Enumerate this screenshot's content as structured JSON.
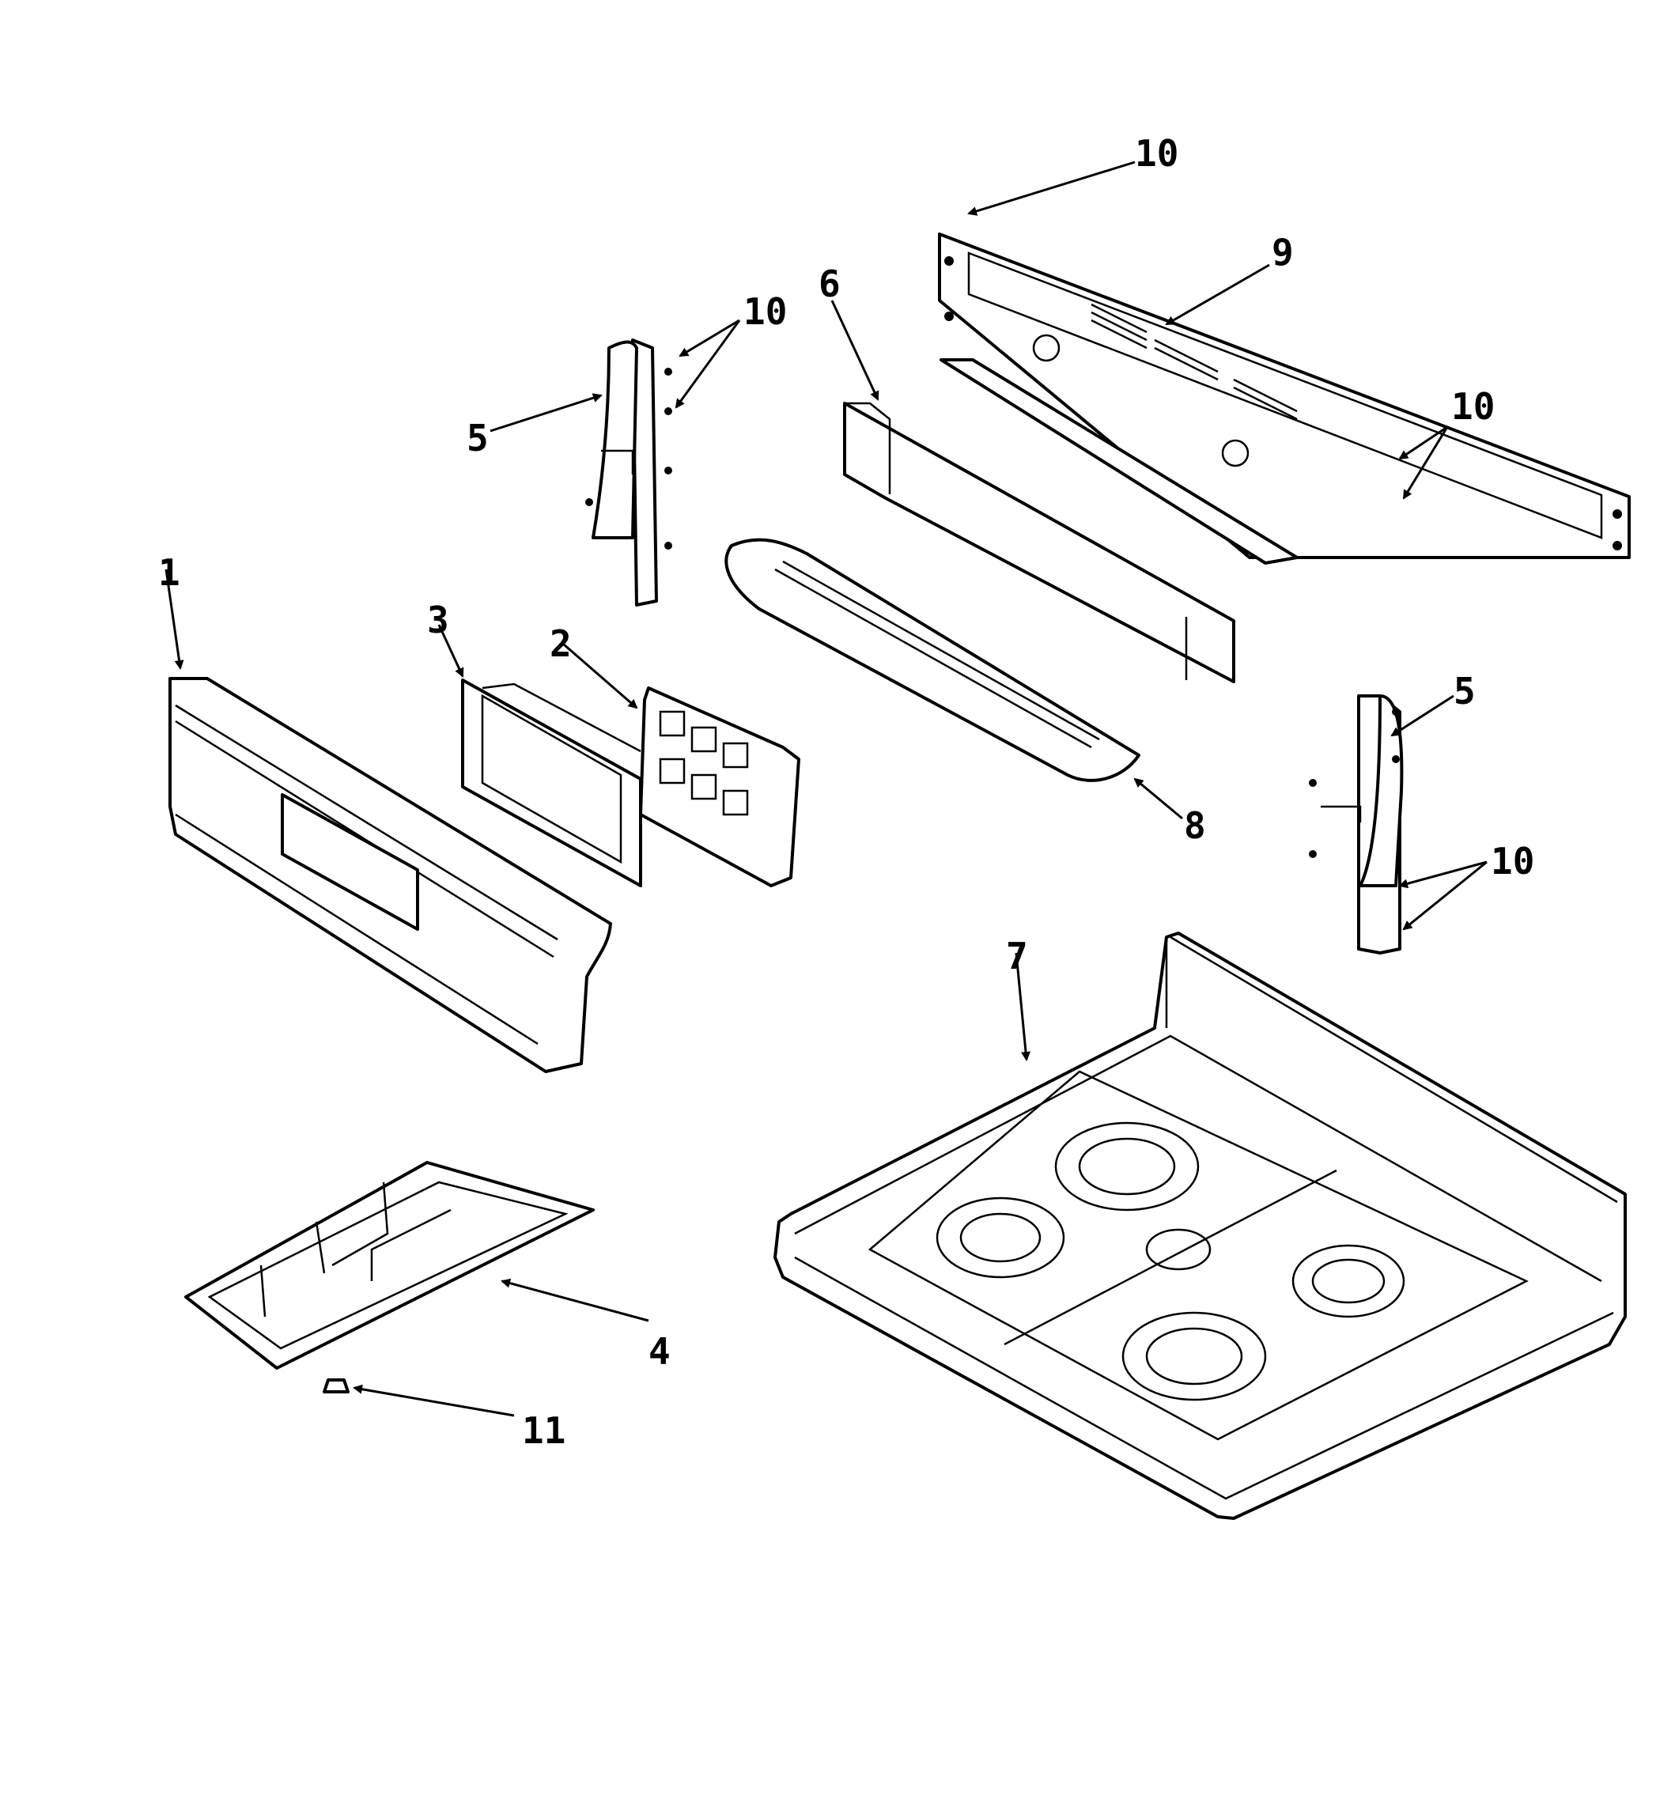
{
  "diagram": {
    "callouts": {
      "p1": "1",
      "p2": "2",
      "p3": "3",
      "p4": "4",
      "p5_left": "5",
      "p5_right": "5",
      "p6": "6",
      "p7": "7",
      "p8": "8",
      "p9": "9",
      "p10_top": "10",
      "p10_left": "10",
      "p10_right_upper": "10",
      "p10_right_lower": "10",
      "p11": "11"
    }
  }
}
